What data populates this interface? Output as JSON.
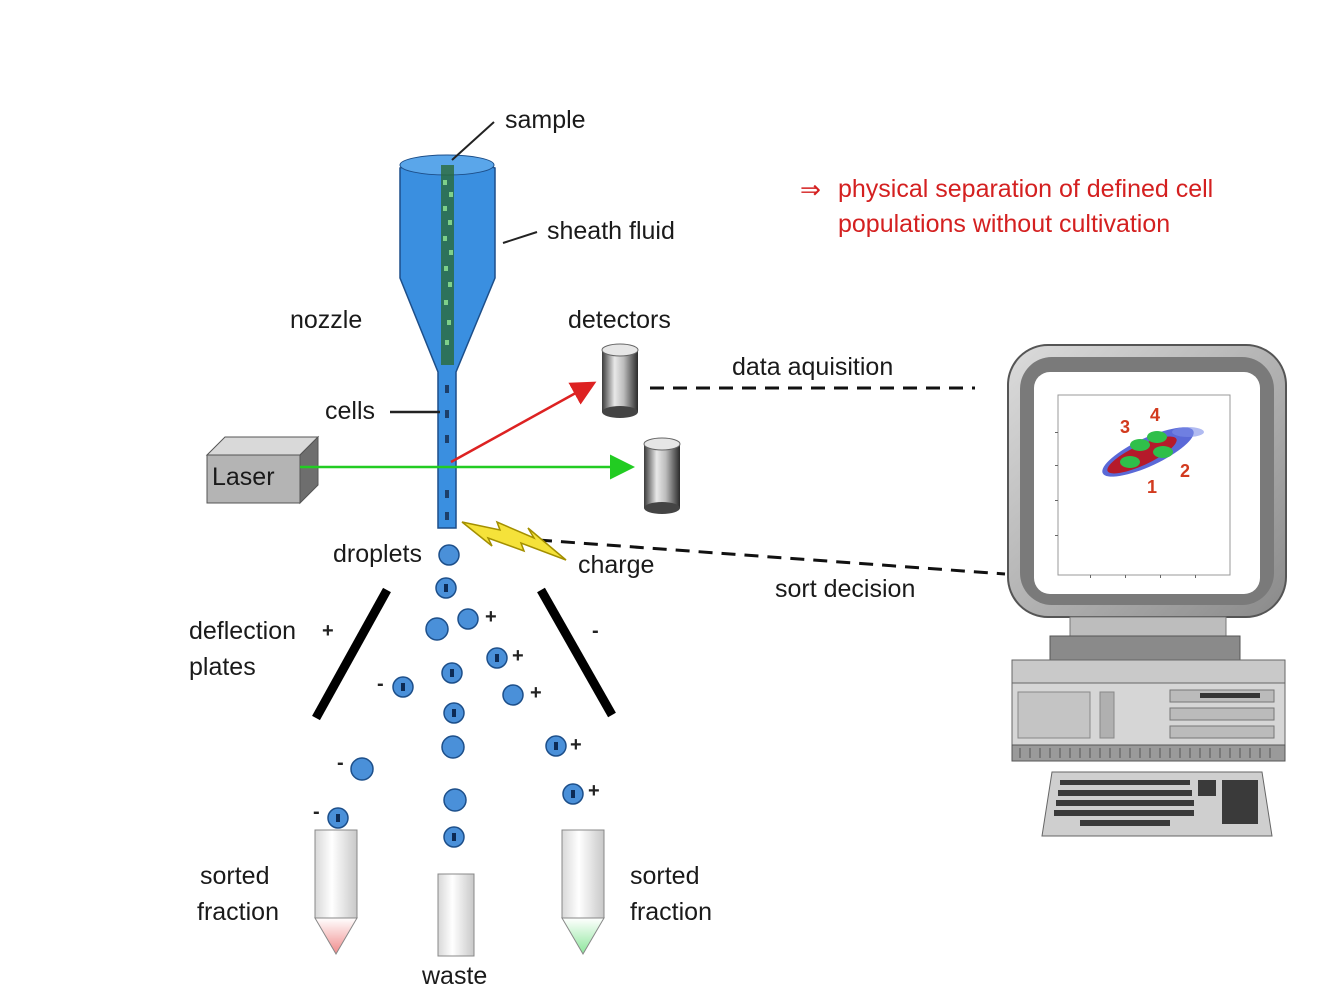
{
  "labels": {
    "sample": "sample",
    "sheath_fluid": "sheath fluid",
    "nozzle": "nozzle",
    "detectors": "detectors",
    "data_aquisition": "data aquisition",
    "cells": "cells",
    "laser": "Laser",
    "droplets": "droplets",
    "charge": "charge",
    "sort_decision": "sort decision",
    "deflection_plates_line1": "deflection",
    "deflection_plates_line2": "plates",
    "sorted_fraction_left_line1": "sorted",
    "sorted_fraction_left_line2": "fraction",
    "sorted_fraction_right_line1": "sorted",
    "sorted_fraction_right_line2": "fraction",
    "waste": "waste"
  },
  "note": {
    "arrow": "⇒",
    "line1": "physical separation of defined cell",
    "line2": "populations without cultivation"
  },
  "charges": {
    "plus": "+",
    "minus": "-"
  },
  "clusters": [
    "1",
    "2",
    "3",
    "4"
  ],
  "colors": {
    "nozzle_blue": "#3a8fe0",
    "droplet_blue": "#4a90d9",
    "laser_beam": "#22cc22",
    "scatter_beam": "#dd2222",
    "note_red": "#d42020",
    "charge_bolt": "#f5e23a",
    "tube_left_tip": "#f4a0a0",
    "tube_right_tip": "#a8ecb0"
  }
}
